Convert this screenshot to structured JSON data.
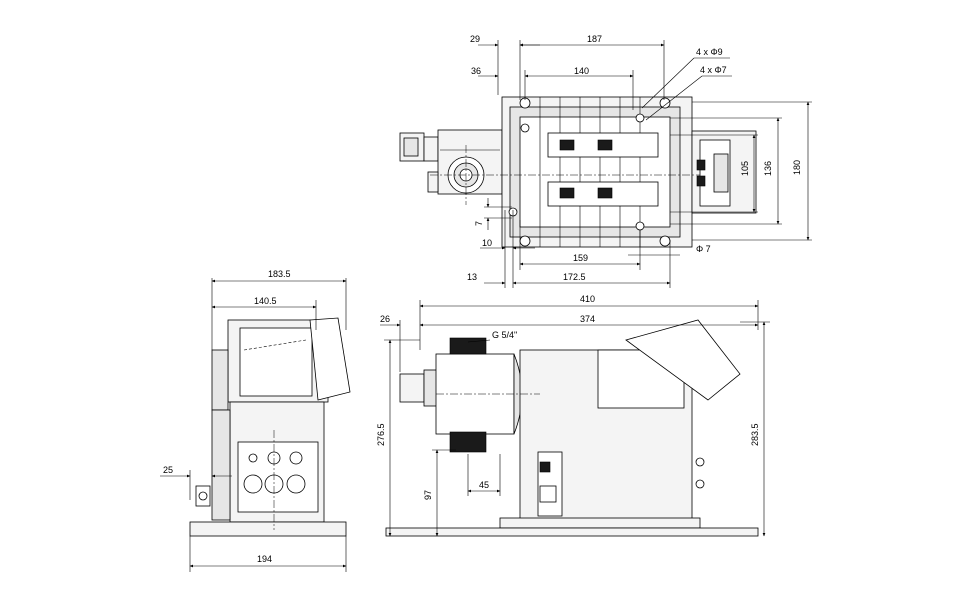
{
  "top_view": {
    "dims": {
      "d29": "29",
      "d187": "187",
      "d36": "36",
      "d140": "140",
      "holes_9": "4 x Φ9",
      "holes_7": "4 x Φ7",
      "d105": "105",
      "d136": "136",
      "d180": "180",
      "d7v": "7",
      "d10": "10",
      "d159": "159",
      "phi7": "Φ 7",
      "d13": "13",
      "d172_5": "172.5"
    }
  },
  "side_view": {
    "dims": {
      "d183_5": "183.5",
      "d140_5": "140.5",
      "d25": "25",
      "d194": "194"
    }
  },
  "front_view": {
    "dims": {
      "d410": "410",
      "d26": "26",
      "d374": "374",
      "g_thread": "G 5/4\"",
      "d276_5": "276.5",
      "d283_5": "283.5",
      "d97": "97",
      "d45": "45"
    }
  }
}
